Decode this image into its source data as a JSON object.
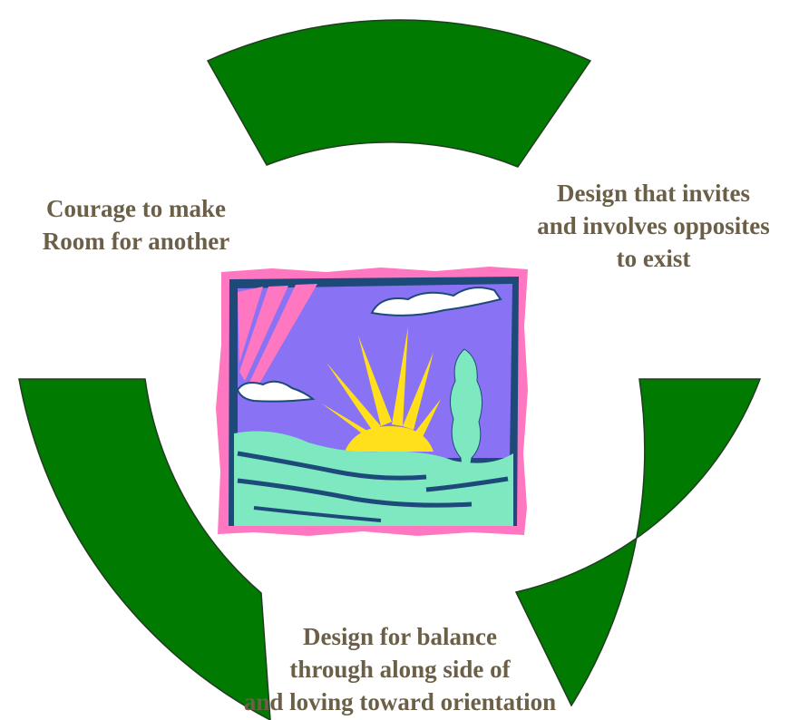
{
  "colors": {
    "segment_fill": "#007a00",
    "segment_stroke": "#1f3d1f",
    "caption_text": "#6b5f48",
    "picture_frame": "#ff77c0",
    "picture_sky": "#8a72f4",
    "picture_sun": "#ffe01a",
    "picture_hills": "#7ee8c0",
    "picture_dark": "#1e4a7a"
  },
  "segments": [
    {
      "name": "top-segment"
    },
    {
      "name": "left-segment"
    },
    {
      "name": "right-segment"
    }
  ],
  "captions": {
    "left": [
      "Courage to make",
      "Room for another"
    ],
    "right": [
      "Design that invites",
      "and involves opposites",
      "to exist"
    ],
    "bottom": [
      "Design for balance",
      "through along side of",
      "and loving toward orientation"
    ]
  },
  "picture": {
    "subject": "sunrise-landscape-clipart"
  }
}
